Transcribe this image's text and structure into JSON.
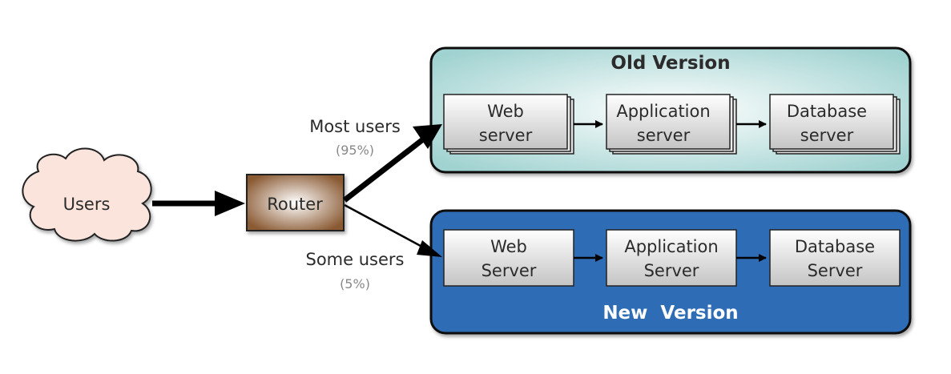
{
  "users": {
    "label": "Users"
  },
  "router": {
    "label": "Router"
  },
  "paths": {
    "most": {
      "label": "Most users",
      "percent": "(95%)"
    },
    "some": {
      "label": "Some users",
      "percent": "(5%)"
    }
  },
  "old_version": {
    "title": "Old Version",
    "boxes": [
      {
        "line1": "Web",
        "line2": "server"
      },
      {
        "line1": "Application",
        "line2": "server"
      },
      {
        "line1": "Database",
        "line2": "server"
      }
    ]
  },
  "new_version": {
    "title": "New  Version",
    "boxes": [
      {
        "line1": "Web",
        "line2": "Server"
      },
      {
        "line1": "Application",
        "line2": "Server"
      },
      {
        "line1": "Database",
        "line2": "Server"
      }
    ]
  },
  "colors": {
    "old_panel_edge": "#9fd2d0",
    "old_panel_center": "#ffffff",
    "new_panel": "#2e6cb5",
    "router_edge": "#8a5a33",
    "router_center": "#ffffff",
    "cloud_fill": "#fbe4dc",
    "box_fill_top": "#ffffff",
    "box_fill_bottom": "#c8c8c8"
  }
}
